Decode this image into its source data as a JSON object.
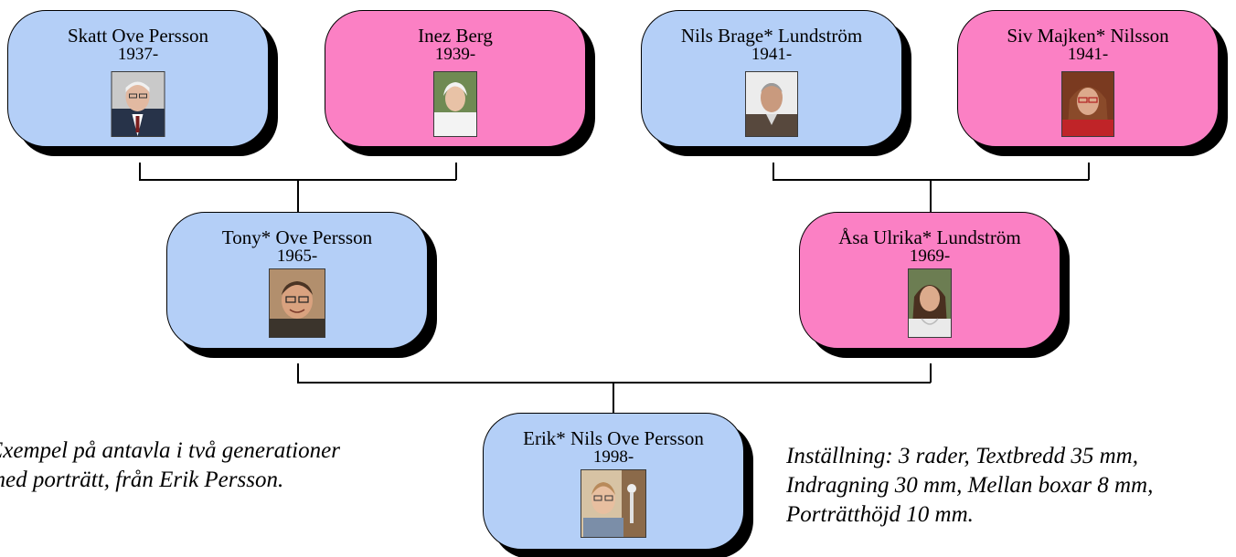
{
  "people": {
    "p1": {
      "name": "Skatt Ove Persson",
      "year": "1937-",
      "sex": "male"
    },
    "p2": {
      "name": "Inez Berg",
      "year": "1939-",
      "sex": "female"
    },
    "p3": {
      "name": "Nils Brage* Lundström",
      "year": "1941-",
      "sex": "male"
    },
    "p4": {
      "name": "Siv Majken* Nilsson",
      "year": "1941-",
      "sex": "female"
    },
    "p5": {
      "name": "Tony* Ove Persson",
      "year": "1965-",
      "sex": "male"
    },
    "p6": {
      "name": "Åsa Ulrika* Lundström",
      "year": "1969-",
      "sex": "female"
    },
    "p7": {
      "name": "Erik* Nils Ove Persson",
      "year": "1998-",
      "sex": "male"
    }
  },
  "colors": {
    "male": "#b4cff7",
    "female": "#fb80c4",
    "shadow": "#000000"
  },
  "captions": {
    "left": [
      "Exempel på antavla i två generationer",
      "med porträtt, från Erik Persson."
    ],
    "right": [
      "Inställning: 3 rader, Textbredd 35 mm,",
      "Indragning 30 mm, Mellan boxar 8 mm,",
      "Porträtthöjd 10 mm."
    ]
  }
}
